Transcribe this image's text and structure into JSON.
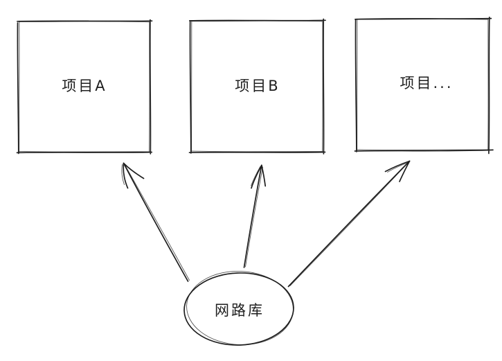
{
  "diagram": {
    "style": "hand-drawn sketch",
    "background_color": "#ffffff",
    "stroke_color": "#1e1e1e",
    "nodes": [
      {
        "id": "project-a",
        "shape": "rectangle",
        "label": "项目A"
      },
      {
        "id": "project-b",
        "shape": "rectangle",
        "label": "项目B"
      },
      {
        "id": "project-etc",
        "shape": "rectangle",
        "label": "项目..."
      },
      {
        "id": "network-library",
        "shape": "ellipse",
        "label": "网路库"
      }
    ],
    "edges": [
      {
        "from": "network-library",
        "to": "project-a",
        "type": "arrow"
      },
      {
        "from": "network-library",
        "to": "project-b",
        "type": "arrow"
      },
      {
        "from": "network-library",
        "to": "project-etc",
        "type": "arrow"
      }
    ]
  }
}
